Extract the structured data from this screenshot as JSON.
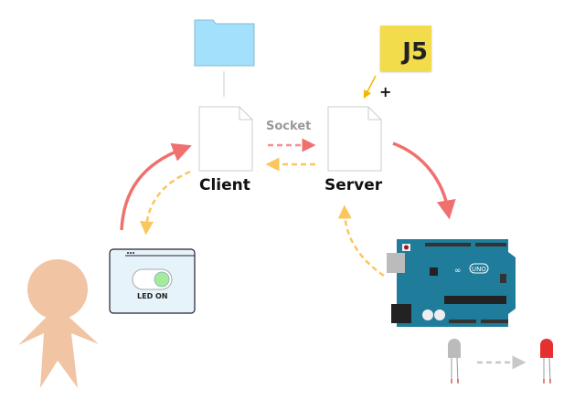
{
  "nodes": {
    "client": {
      "label": "Client"
    },
    "server": {
      "label": "Server"
    },
    "connection": {
      "label": "Socket"
    },
    "library": {
      "badge": "J5",
      "plus": "+"
    },
    "web_ui": {
      "toggle_label": "LED ON",
      "toggle_state": "on"
    },
    "folder": {
      "icon": "folder-icon"
    },
    "user": {
      "icon": "person-icon"
    },
    "board": {
      "icon": "arduino-uno-board",
      "logo_text": "UNO"
    },
    "led_off": {
      "icon": "led-off-icon"
    },
    "led_on": {
      "icon": "led-on-icon"
    }
  },
  "colors": {
    "request_arrow": "#f07070",
    "response_arrow": "#fbc65c",
    "js_yellow": "#f2dc4b",
    "folder_blue": "#a2e0fc",
    "person": "#f1c4a4",
    "board_blue": "#1f7c9a",
    "led_red": "#e53030",
    "led_grey": "#b8b8b8"
  }
}
